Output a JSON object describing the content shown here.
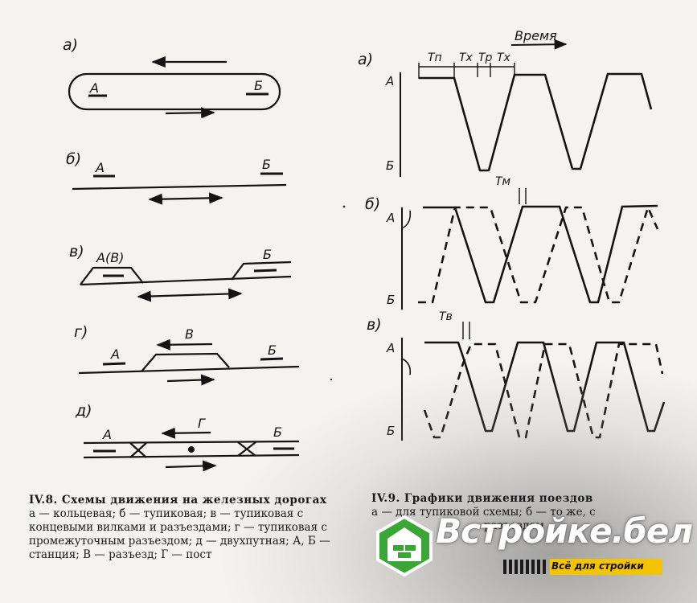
{
  "left_figure": {
    "panels": {
      "a": {
        "letter": "а)",
        "station_a": "А",
        "station_b": "Б"
      },
      "b": {
        "letter": "б)",
        "station_a": "А",
        "station_b": "Б"
      },
      "v": {
        "letter": "в)",
        "station_a": "А(В)",
        "station_b": "Б"
      },
      "g": {
        "letter": "г)",
        "station_a": "А",
        "siding": "В",
        "station_b": "Б"
      },
      "d": {
        "letter": "д)",
        "station_a": "А",
        "post": "Г",
        "station_b": "Б"
      }
    },
    "caption": {
      "title": "IV.8. Схемы движения на железных дорогах",
      "body": "а — кольцевая; б — тупиковая; в — тупиковая с концевыми вилками и разъездами; г — тупиковая с промежуточным разъездом; д — двухпутная; А, Б — станция; В — разъезд; Г — пост"
    }
  },
  "right_figure": {
    "time_axis_label": "Время",
    "panels": {
      "a": {
        "letter": "а)",
        "y_top": "А",
        "y_bottom": "Б",
        "intervals": [
          "Тп",
          "Тх",
          "Тр",
          "Тх"
        ]
      },
      "b": {
        "letter": "б)",
        "y_top": "А",
        "y_bottom": "Б",
        "interval": "Тм"
      },
      "v": {
        "letter": "в)",
        "y_top": "А",
        "y_bottom": "Б",
        "interval": "Тв"
      }
    },
    "caption": {
      "title": "IV.9. Графики движения поездов",
      "line1": "а — для тупиковой схемы; б — то же, с",
      "line2": "разъездом"
    }
  },
  "logo": {
    "brand": "Встройке.бел",
    "slogan": "Всё для стройки",
    "colors": {
      "green": "#3aa635",
      "yellow": "#f5c400",
      "dark": "#1b1b1b"
    }
  }
}
